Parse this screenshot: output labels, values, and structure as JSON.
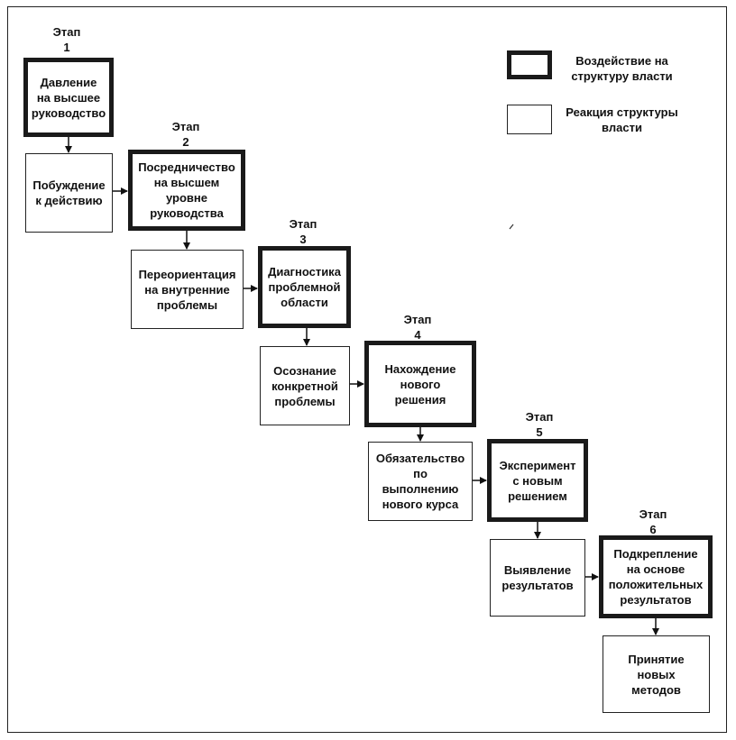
{
  "legend": {
    "impact": [
      "Воздействие на",
      "структуру власти"
    ],
    "reaction": [
      "Реакция структуры",
      "власти"
    ]
  },
  "stages": [
    {
      "label": "Этап",
      "number": "1"
    },
    {
      "label": "Этап",
      "number": "2"
    },
    {
      "label": "Этап",
      "number": "3"
    },
    {
      "label": "Этап",
      "number": "4"
    },
    {
      "label": "Этап",
      "number": "5"
    },
    {
      "label": "Этап",
      "number": "6"
    }
  ],
  "impacts": [
    [
      "Давление",
      "на высшее",
      "руководство"
    ],
    [
      "Посредничество",
      "на высшем",
      "уровне",
      "руководства"
    ],
    [
      "Диагностика",
      "проблемной",
      "области"
    ],
    [
      "Нахождение",
      "нового",
      "решения"
    ],
    [
      "Эксперимент",
      "с новым",
      "решением"
    ],
    [
      "Подкрепление",
      "на основе",
      "положительных",
      "результатов"
    ]
  ],
  "reactions": [
    [
      "Побуждение",
      "к действию"
    ],
    [
      "Переориентация",
      "на внутренние",
      "проблемы"
    ],
    [
      "Осознание",
      "конкретной",
      "проблемы"
    ],
    [
      "Обязательство",
      "по",
      "выполнению",
      "нового курса"
    ],
    [
      "Выявление",
      "результатов"
    ],
    [
      "Принятие",
      "новых",
      "методов"
    ]
  ]
}
